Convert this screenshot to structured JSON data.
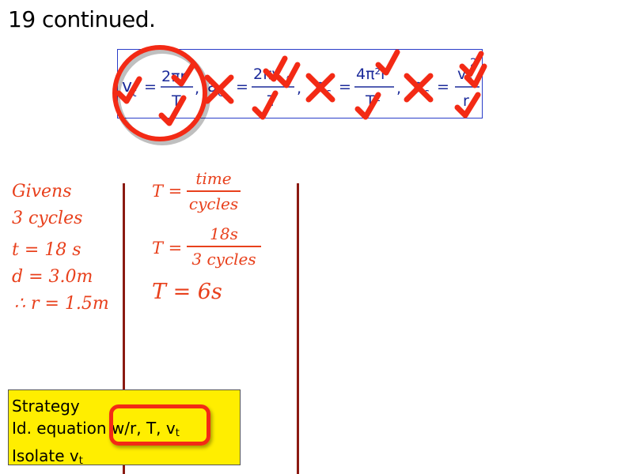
{
  "slide": {
    "title": "19 continued."
  },
  "equations": {
    "items": [
      {
        "lhs": "v",
        "lhs_sub": "t",
        "num": "2πr",
        "den": "T",
        "status": "correct"
      },
      {
        "lhs": "a",
        "lhs_sub": "c",
        "num": "2πv",
        "num_sub": "t",
        "den": "T",
        "status": "crossed"
      },
      {
        "lhs": "a",
        "lhs_sub": "c",
        "num": "4π²r",
        "den": "T²",
        "status": "crossed"
      },
      {
        "lhs": "a",
        "lhs_sub": "c",
        "num": "v",
        "num_sub": "t",
        "num_sup": "2",
        "den": "r",
        "status": "crossed"
      }
    ],
    "separator": ",",
    "equals": "="
  },
  "givens": {
    "heading": "Givens",
    "cycles": "3 cycles",
    "time": "t = 18 s",
    "distance": "d = 3.0m",
    "radius": "∴ r = 1.5m"
  },
  "work": {
    "step1_lhs": "T =",
    "step1_num": "time",
    "step1_den": "cycles",
    "step2_lhs": "T =",
    "step2_num": "18s",
    "step2_den": "3 cycles",
    "result": "T = 6s"
  },
  "strategy": {
    "heading": "Strategy",
    "line2_prefix": "Id. equation",
    "line2_highlight": "w/r, T, v",
    "line2_highlight_sub": "t",
    "line3": "Isolate v",
    "line3_sub": "t"
  },
  "colors": {
    "equation_blue": "#1b2a9a",
    "annotation_red": "#f32a15",
    "work_orange_red": "#e8401c",
    "divider_maroon": "#8b1a12",
    "strategy_yellow": "#ffee00"
  }
}
